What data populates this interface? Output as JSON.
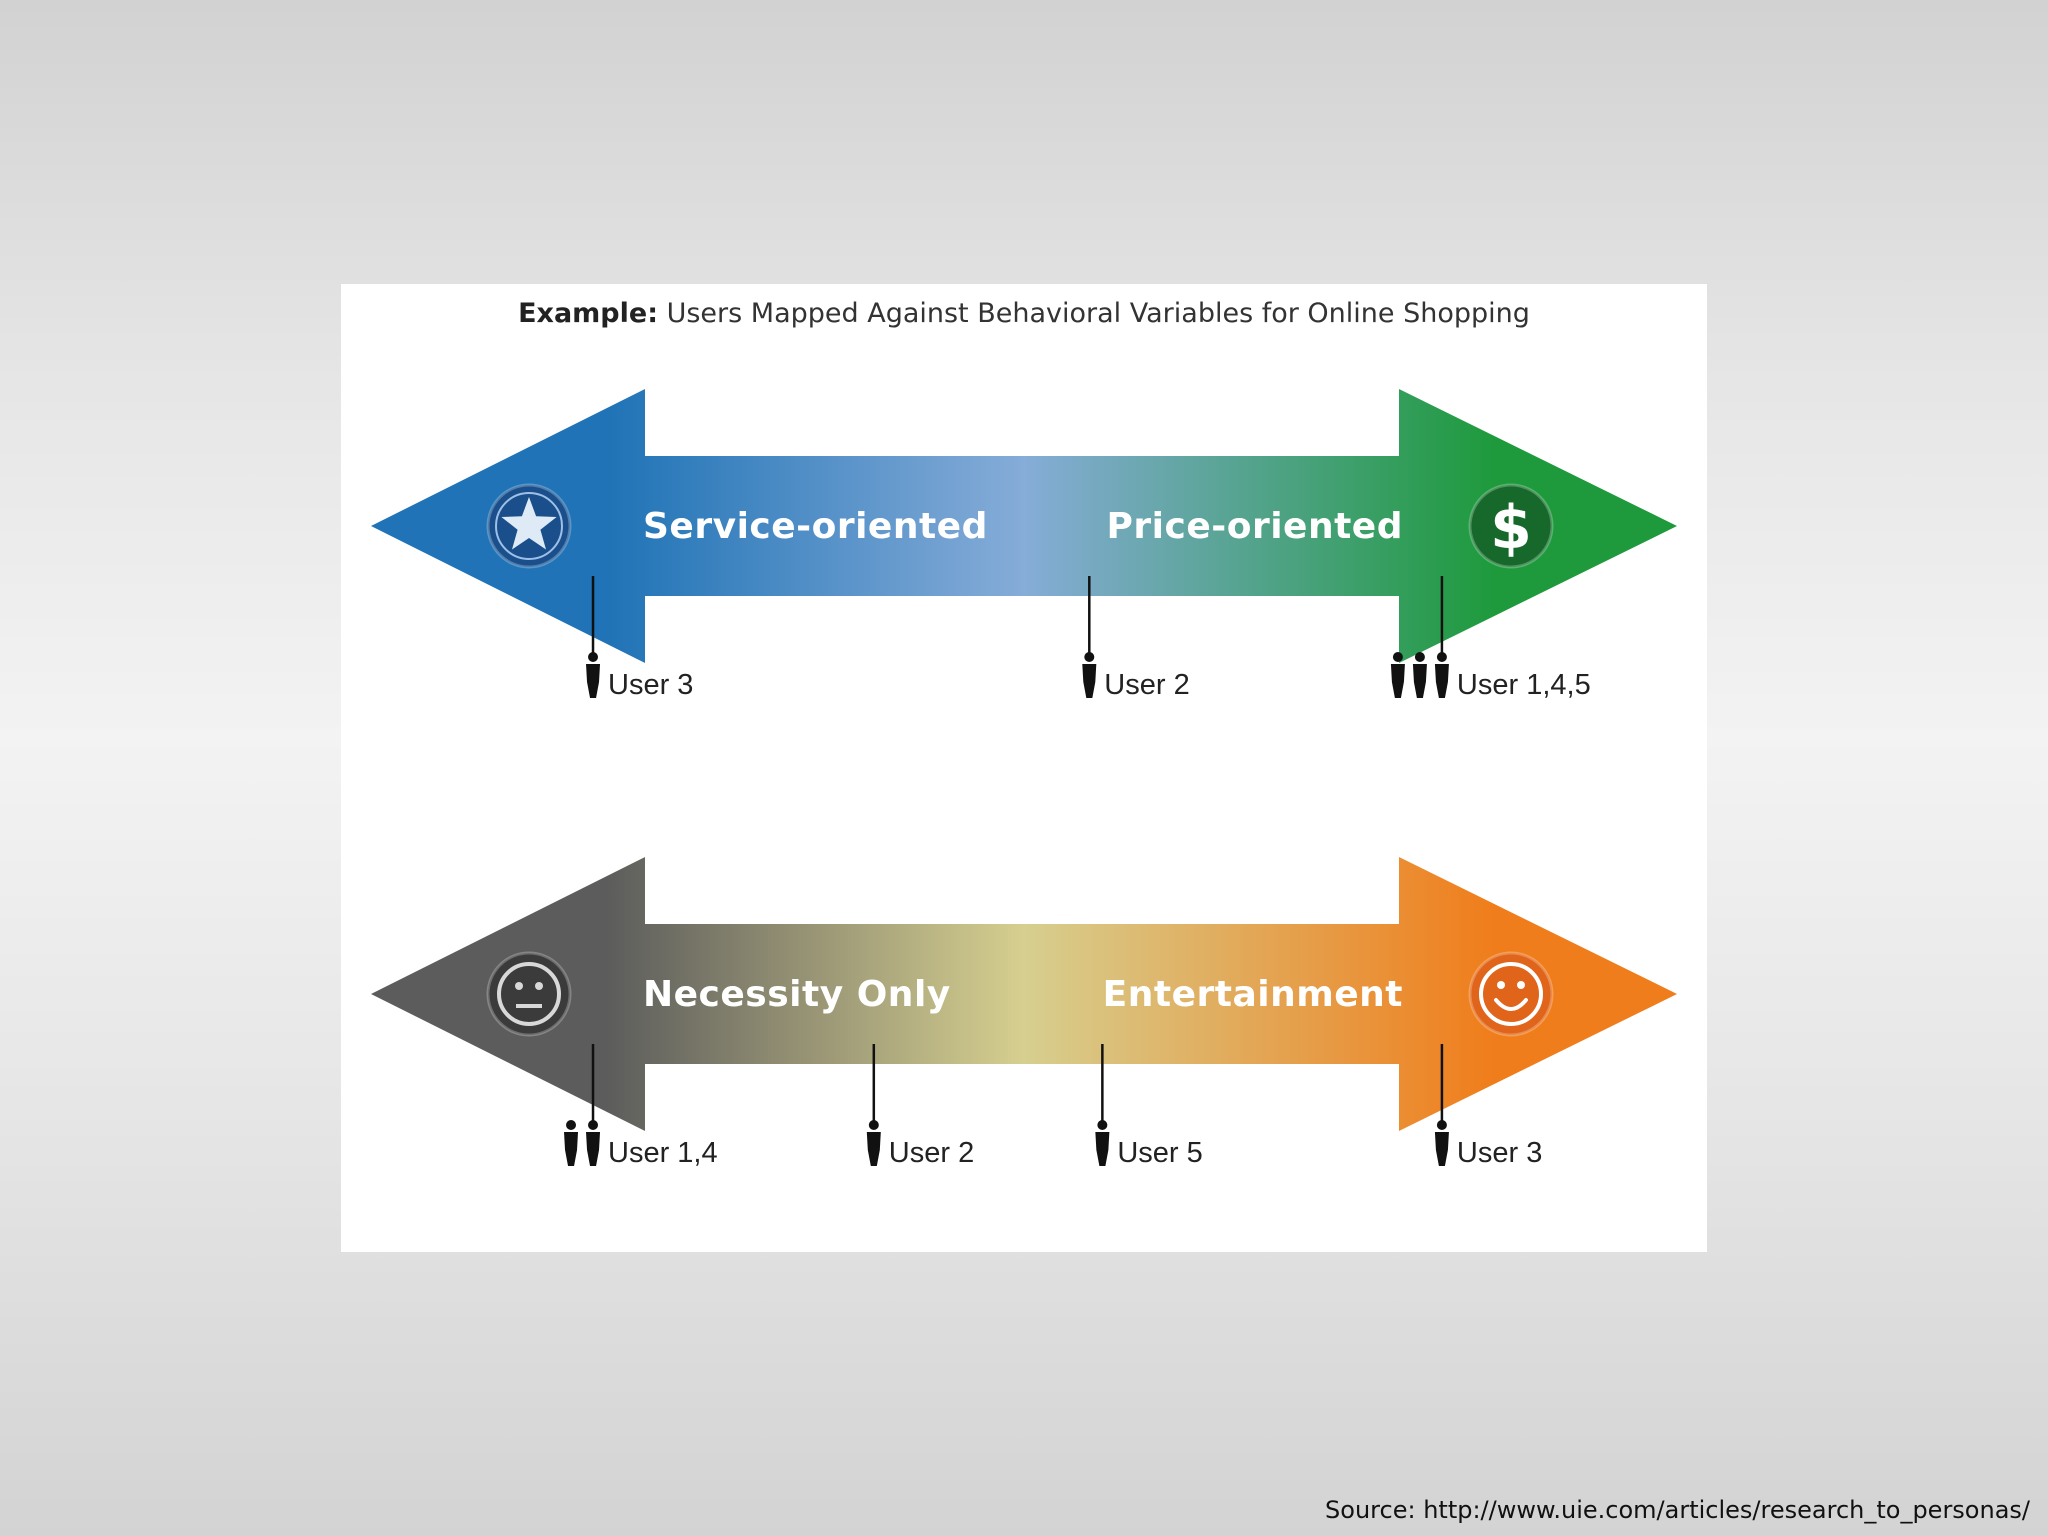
{
  "figure": {
    "title_bold": "Example:",
    "title_rest": " Users Mapped Against Behavioral Variables for Online Shopping"
  },
  "axes": [
    {
      "left_label": "Service-oriented",
      "right_label": "Price-oriented",
      "left_icon": "star-icon",
      "right_icon": "dollar-icon",
      "right_icon_glyph": "$",
      "colors": [
        "#1f73b6",
        "#86acd8",
        "#1e9a3c"
      ],
      "left_icon_color": "#1b4f8c",
      "right_icon_color": "#17692b",
      "markers": [
        {
          "label": "User 3",
          "position": 0.17,
          "people": 1
        },
        {
          "label": "User 2",
          "position": 0.55,
          "people": 1
        },
        {
          "label": "User 1,4,5",
          "position": 0.82,
          "people": 3
        }
      ]
    },
    {
      "left_label": "Necessity Only",
      "right_label": "Entertainment",
      "left_icon": "neutral-face-icon",
      "right_icon": "smiley-face-icon",
      "colors": [
        "#5c5c5c",
        "#d6cf8f",
        "#f07d1b"
      ],
      "left_icon_color": "#3b3b3b",
      "right_icon_color": "#e0641a",
      "markers": [
        {
          "label": "User 1,4",
          "position": 0.17,
          "people": 2
        },
        {
          "label": "User 2",
          "position": 0.385,
          "people": 1
        },
        {
          "label": "User 5",
          "position": 0.56,
          "people": 1
        },
        {
          "label": "User 3",
          "position": 0.82,
          "people": 1
        }
      ]
    }
  ],
  "source": "Source: http://www.uie.com/articles/research_to_personas/"
}
